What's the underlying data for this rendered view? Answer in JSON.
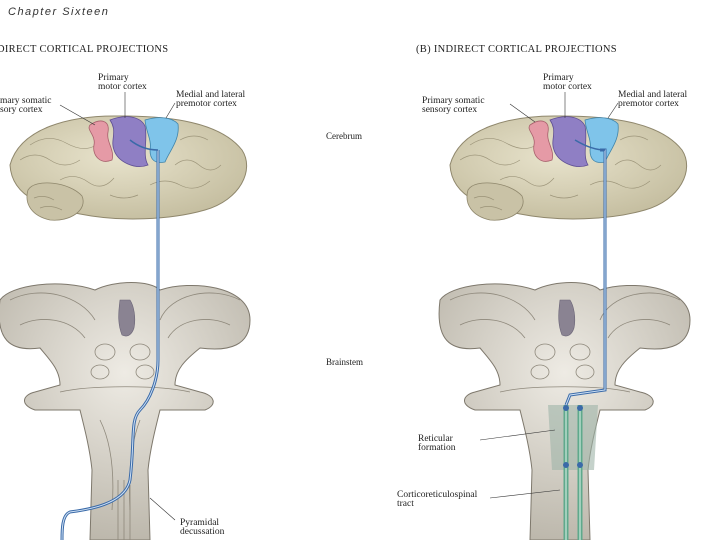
{
  "header": {
    "chapter": "Chapter Sixteen"
  },
  "panels": [
    {
      "title": "DIRECT CORTICAL PROJECTIONS",
      "labels": {
        "primary_motor": [
          "Primary",
          "motor cortex"
        ],
        "premotor": [
          "Medial and lateral",
          "premotor cortex"
        ],
        "somatic": [
          "mary somatic",
          "sory cortex"
        ],
        "decussation": [
          "Pyramidal",
          "decussation"
        ]
      }
    },
    {
      "title": "(B) INDIRECT CORTICAL PROJECTIONS",
      "labels": {
        "primary_motor": [
          "Primary",
          "motor cortex"
        ],
        "premotor": [
          "Medial and lateral",
          "premotor cortex"
        ],
        "somatic": [
          "Primary somatic",
          "sensory cortex"
        ],
        "reticular": [
          "Reticular",
          "formation"
        ],
        "tract": [
          "Corticoreticulospinal",
          "tract"
        ]
      }
    }
  ],
  "regions": {
    "cerebrum": "Cerebrum",
    "brainstem": "Brainstem"
  },
  "colors": {
    "cortex": "#d9d3b8",
    "cortex_dark": "#b8b092",
    "motor": "#8f7fc4",
    "premotor": "#7fc4ea",
    "somatic": "#e59aa6",
    "brainstem": "#dcd8cf",
    "brainstem_shade": "#a9a397",
    "pathway": "#3a6aa8",
    "tract": "#5fa98c"
  }
}
